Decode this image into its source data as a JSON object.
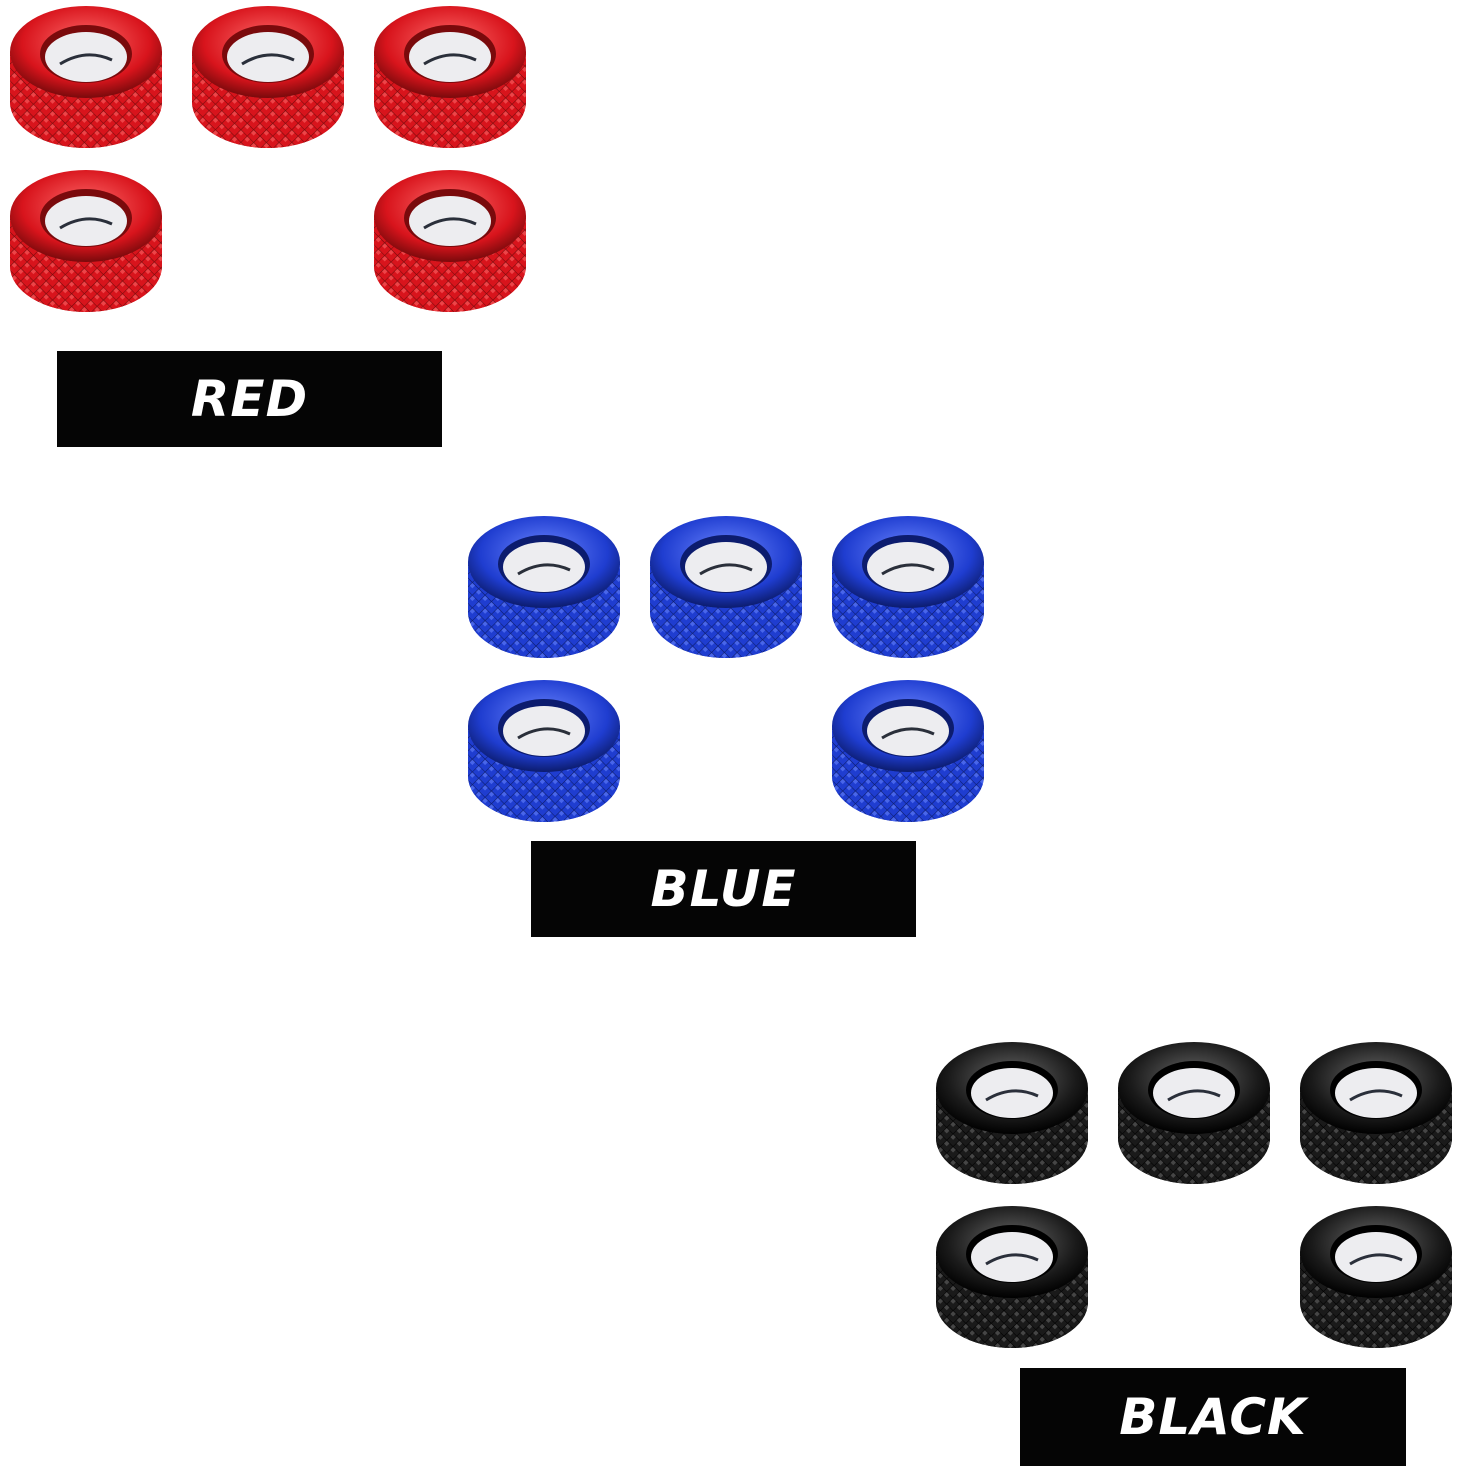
{
  "variants": [
    {
      "label": "RED",
      "color": "#d8141c",
      "highlight": "#ff6b6b",
      "shadow": "#7a0a0c"
    },
    {
      "label": "BLUE",
      "color": "#1f3dd0",
      "highlight": "#6c86ff",
      "shadow": "#0c1c6e"
    },
    {
      "label": "BLACK",
      "color": "#1a1a1a",
      "highlight": "#6a6a6a",
      "shadow": "#000000"
    }
  ],
  "knobs_per_variant": 5
}
